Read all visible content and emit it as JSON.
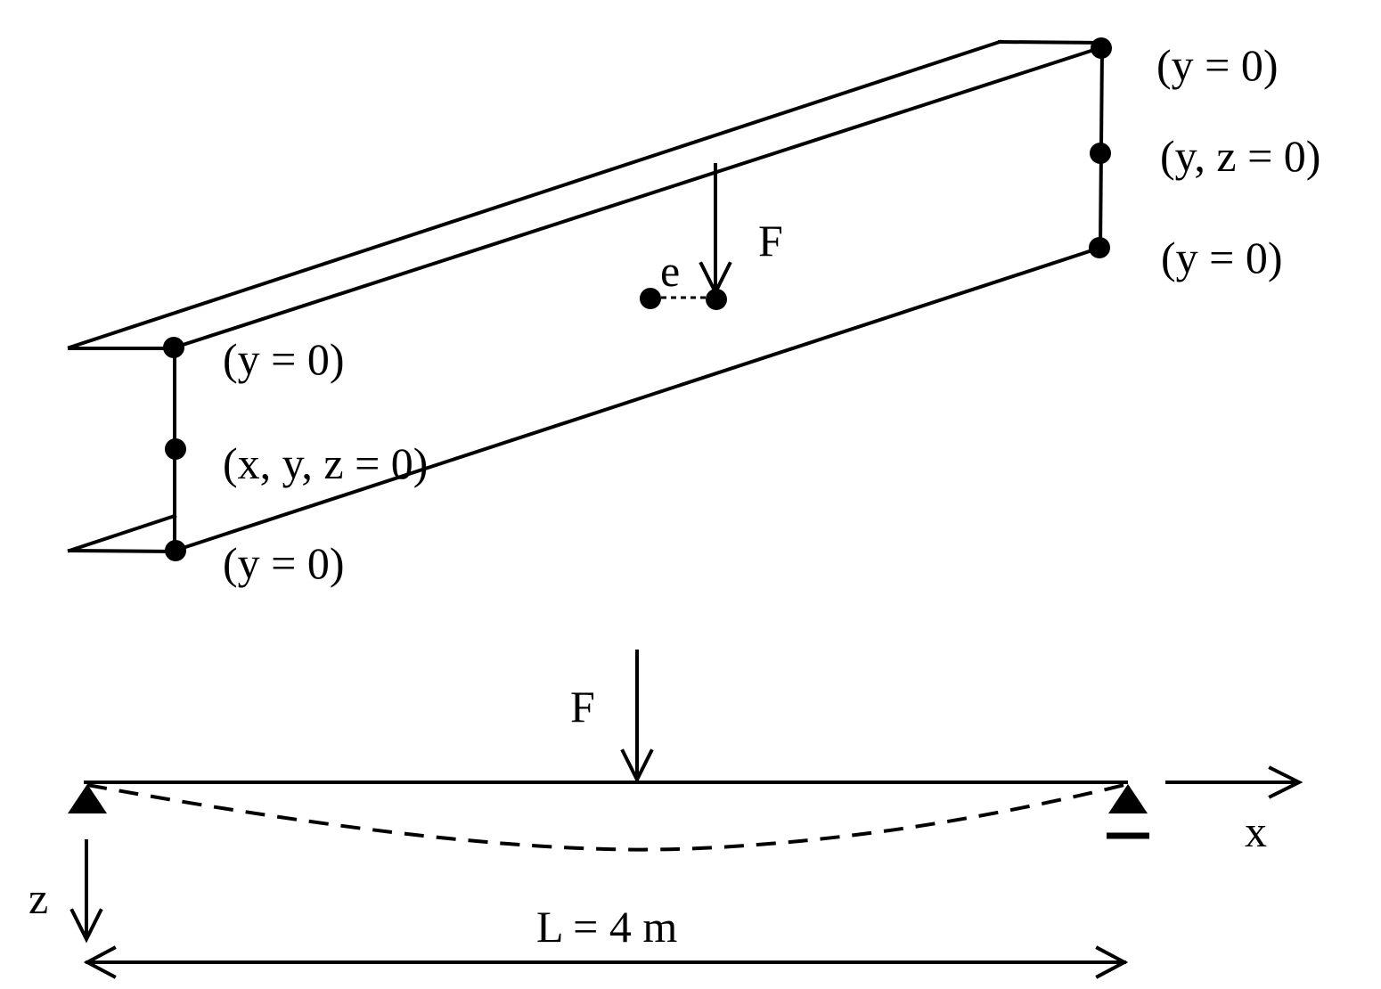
{
  "labels": {
    "right_top": "(y = 0)",
    "right_mid": "(y, z = 0)",
    "right_bottom": "(y = 0)",
    "left_top": "(y = 0)",
    "left_mid": "(x, y, z = 0)",
    "left_bottom": "(y = 0)",
    "force_3d": "F",
    "eccentricity": "e",
    "force_2d": "F",
    "axis_x": "x",
    "axis_z": "z",
    "span": "L = 4 m"
  },
  "colors": {
    "ink": "#000000",
    "background": "#ffffff"
  }
}
